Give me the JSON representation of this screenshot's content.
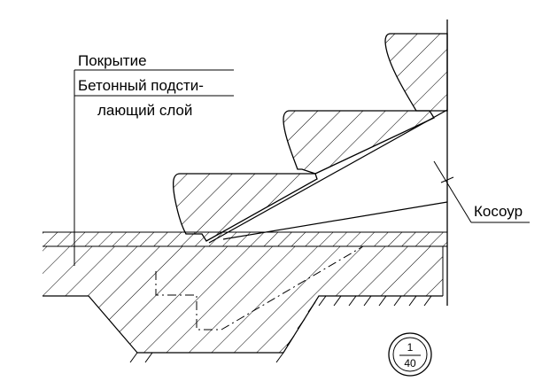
{
  "labels": {
    "covering": "Покрытие",
    "base_line1": "Бетонный подсти-",
    "base_line2": "лающий слой",
    "stringer": "Косоур"
  },
  "scale": {
    "numerator": "1",
    "denominator": "40"
  },
  "colors": {
    "line": "#000000",
    "background": "#ffffff"
  }
}
